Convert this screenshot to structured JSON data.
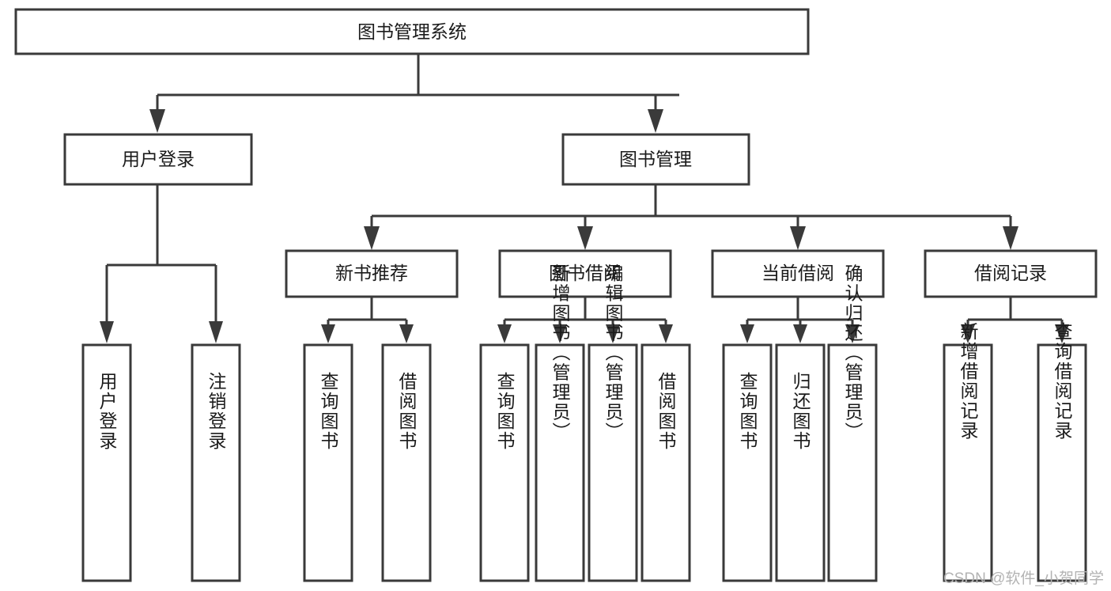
{
  "diagram": {
    "title": "图书管理系统",
    "type": "hierarchy-tree",
    "levels": 4,
    "root": {
      "id": "root",
      "label": "图书管理系统",
      "orientation": "horizontal"
    },
    "level2": [
      {
        "id": "user-login",
        "label": "用户登录",
        "orientation": "horizontal"
      },
      {
        "id": "book-management",
        "label": "图书管理",
        "orientation": "horizontal"
      }
    ],
    "level3": [
      {
        "id": "new-book-recommend",
        "label": "新书推荐",
        "orientation": "horizontal",
        "parent": "book-management"
      },
      {
        "id": "book-borrow",
        "label": "图书借阅",
        "orientation": "horizontal",
        "parent": "book-management"
      },
      {
        "id": "current-borrow",
        "label": "当前借阅",
        "orientation": "horizontal",
        "parent": "book-management"
      },
      {
        "id": "borrow-record",
        "label": "借阅记录",
        "orientation": "horizontal",
        "parent": "book-management"
      }
    ],
    "leaves": [
      {
        "id": "leaf-user-login",
        "label": "用户登录",
        "orientation": "vertical",
        "parent": "user-login"
      },
      {
        "id": "leaf-user-logout",
        "label": "注销登录",
        "orientation": "vertical",
        "parent": "user-login"
      },
      {
        "id": "leaf-query-book-1",
        "label": "查询图书",
        "orientation": "vertical",
        "parent": "new-book-recommend"
      },
      {
        "id": "leaf-borrow-book-1",
        "label": "借阅图书",
        "orientation": "vertical",
        "parent": "new-book-recommend"
      },
      {
        "id": "leaf-query-book-2",
        "label": "查询图书",
        "orientation": "vertical",
        "parent": "book-borrow"
      },
      {
        "id": "leaf-add-book",
        "label": "新增图书（管理员）",
        "orientation": "vertical",
        "parent": "book-borrow"
      },
      {
        "id": "leaf-edit-book",
        "label": "编辑图书（管理员）",
        "orientation": "vertical",
        "parent": "book-borrow"
      },
      {
        "id": "leaf-borrow-book-2",
        "label": "借阅图书",
        "orientation": "vertical",
        "parent": "book-borrow"
      },
      {
        "id": "leaf-query-book-3",
        "label": "查询图书",
        "orientation": "vertical",
        "parent": "current-borrow"
      },
      {
        "id": "leaf-return-book",
        "label": "归还图书",
        "orientation": "vertical",
        "parent": "current-borrow"
      },
      {
        "id": "leaf-confirm-return",
        "label": "确认归还（管理员）",
        "orientation": "vertical",
        "parent": "current-borrow"
      },
      {
        "id": "leaf-add-record",
        "label": "新增借阅记录",
        "orientation": "vertical",
        "parent": "borrow-record"
      },
      {
        "id": "leaf-query-record",
        "label": "查询借阅记录",
        "orientation": "vertical",
        "parent": "borrow-record"
      }
    ]
  },
  "watermark": {
    "text": "CSDN @软件_小贺同学"
  },
  "colors": {
    "stroke": "#3a3a3a",
    "fill": "#ffffff",
    "text": "#1b1b1b",
    "watermark": "#b3b3b3",
    "background": "#ffffff"
  }
}
